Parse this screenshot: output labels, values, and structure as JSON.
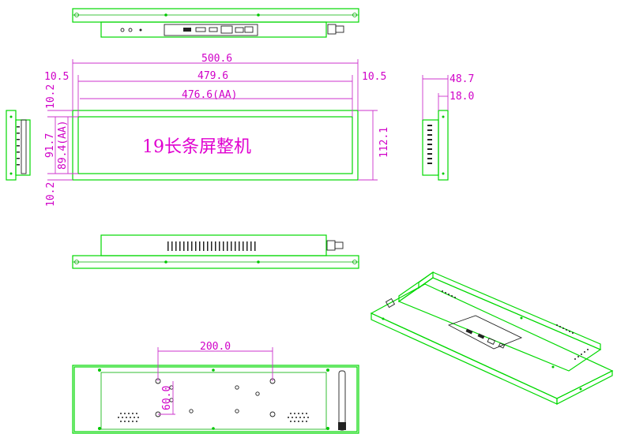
{
  "drawing": {
    "title": "19长条屏整机",
    "line_color": "#00d800",
    "dimension_color": "#d000c8"
  },
  "dimensions": {
    "overall_width": "500.6",
    "bezel_inner_width": "479.6",
    "active_area_width": "476.6(AA)",
    "left_margin": "10.5",
    "right_margin": "10.5",
    "top_margin": "10.2",
    "bottom_margin": "10.2",
    "inner_height": "91.7",
    "active_area_height": "89.4(AA)",
    "overall_height": "112.1",
    "side_depth_total": "48.7",
    "side_depth_bezel": "18.0",
    "mount_hole_spacing_x": "200.0",
    "mount_hole_spacing_y": "60.0"
  }
}
